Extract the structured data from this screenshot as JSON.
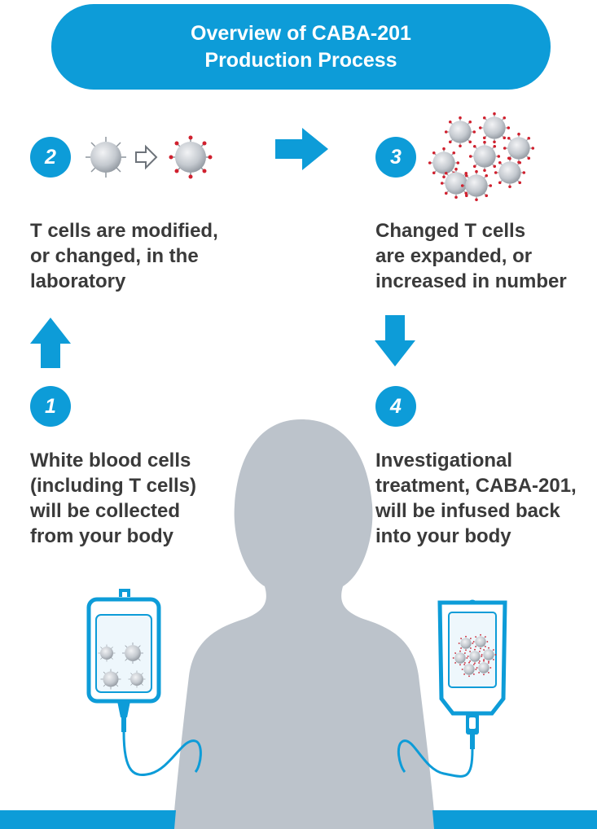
{
  "title": {
    "line1": "Overview of CABA-201",
    "line2": "Production Process"
  },
  "steps": [
    {
      "number": "1",
      "lines": [
        "White blood cells",
        "(including T cells)",
        "will be collected",
        "from your body"
      ]
    },
    {
      "number": "2",
      "lines": [
        "T cells are modified,",
        "or changed, in the",
        "laboratory"
      ]
    },
    {
      "number": "3",
      "lines": [
        "Changed T cells",
        "are expanded, or",
        "increased in number"
      ]
    },
    {
      "number": "4",
      "lines": [
        "Investigational",
        "treatment, CABA-201,",
        "will be infused back",
        "into your body"
      ]
    }
  ],
  "colors": {
    "accent": "#0d9cd8",
    "text": "#3a3a3a",
    "silhouette": "#bcc3cb",
    "cell": "#c4c9cf",
    "receptor": "#d0202e"
  },
  "icons": [
    "arrow-right-icon",
    "arrow-up-icon",
    "arrow-down-icon",
    "t-cell-icon",
    "modified-t-cell-icon",
    "iv-bag-icon",
    "person-silhouette-icon"
  ]
}
